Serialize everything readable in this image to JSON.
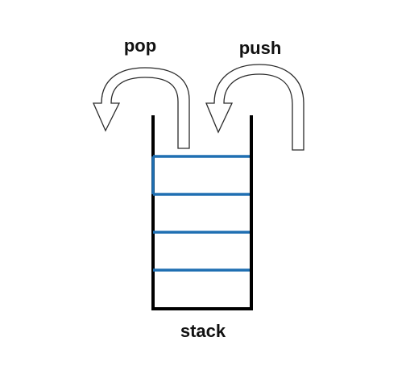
{
  "labels": {
    "pop": "pop",
    "push": "push",
    "stack": "stack"
  },
  "colors": {
    "container": "#000000",
    "slot": "#1f6fb2",
    "arrow_stroke": "#2a2a2a",
    "arrow_fill": "#ffffff",
    "text": "#111111"
  },
  "stack": {
    "slot_count": 4
  }
}
